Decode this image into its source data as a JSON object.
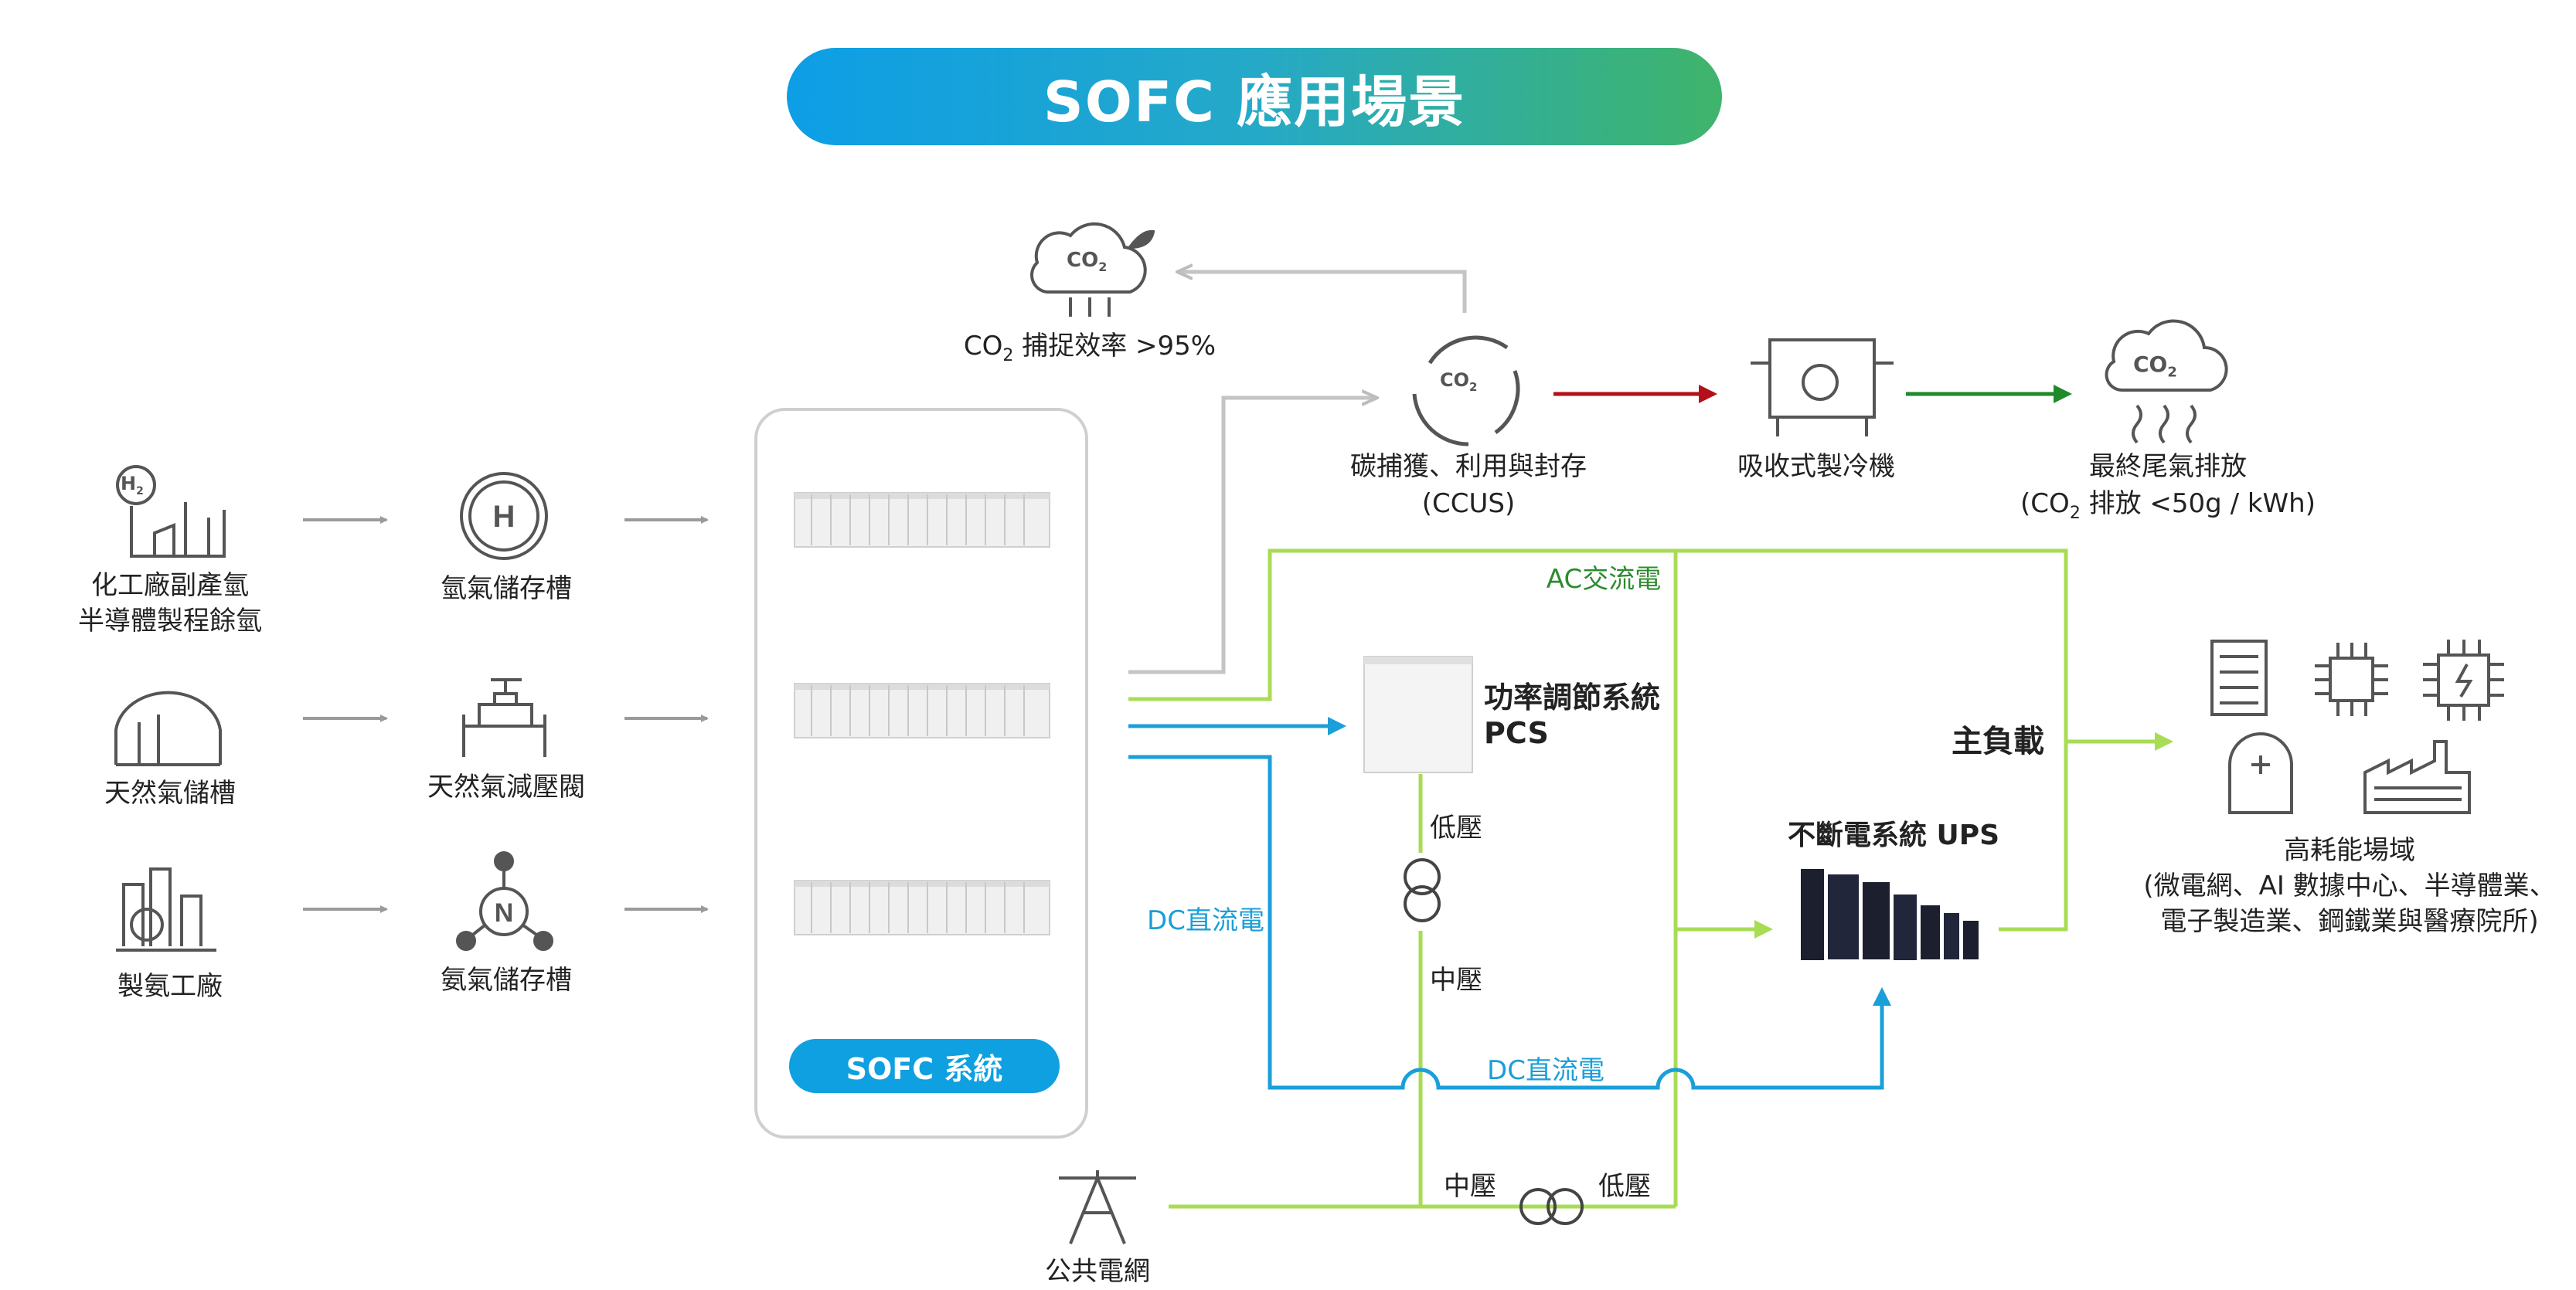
{
  "title": "SOFC 應用場景",
  "sources": [
    {
      "line1": "化工廠副產氫",
      "line2": "半導體製程餘氫",
      "icon": "chemical-plant-h2-icon"
    },
    {
      "line1": "天然氣儲槽",
      "line2": "",
      "icon": "gas-tank-icon"
    },
    {
      "line1": "製氨工廠",
      "line2": "",
      "icon": "ammonia-plant-icon"
    }
  ],
  "storage": [
    {
      "label": "氫氣儲存槽",
      "icon": "h2-tank-icon"
    },
    {
      "label": "天然氣減壓閥",
      "icon": "pressure-valve-icon"
    },
    {
      "label": "氨氣儲存槽",
      "icon": "ammonia-molecule-icon"
    }
  ],
  "sofc_system_label": "SOFC 系統",
  "co2_capture": {
    "label": "CO",
    "sub": "2",
    "label_tail": " 捕捉效率 >95%"
  },
  "ccus": {
    "line1": "碳捕獲、利用與封存",
    "line2": "(CCUS)"
  },
  "chiller": {
    "label": "吸收式製冷機"
  },
  "exhaust": {
    "line1": "最終尾氣排放",
    "line2_pre": "(CO",
    "line2_sub": "2",
    "line2_post": " 排放 <50g / kWh)"
  },
  "ac_label": "AC交流電",
  "dc_label_left": "DC直流電",
  "dc_label_bottom": "DC直流電",
  "pcs": {
    "line1": "功率調節系統",
    "line2": "PCS"
  },
  "low_voltage_1": "低壓",
  "mid_voltage_1": "中壓",
  "mid_voltage_2": "中壓",
  "low_voltage_2": "低壓",
  "ups": {
    "label": "不斷電系統 UPS"
  },
  "main_load": "主負載",
  "grid": {
    "label": "公共電網"
  },
  "high_load": {
    "line1": "高耗能場域",
    "line2": "(微電網、AI 數據中心、半導體業、",
    "line3": "電子製造業、鋼鐵業與醫療院所)"
  },
  "colors": {
    "green_line": "#a8dc55",
    "blue_line": "#1a9fd8",
    "red_arrow": "#b3101a",
    "green_arrow": "#1f8a2a",
    "grey_arrow": "#bdbdbd"
  }
}
